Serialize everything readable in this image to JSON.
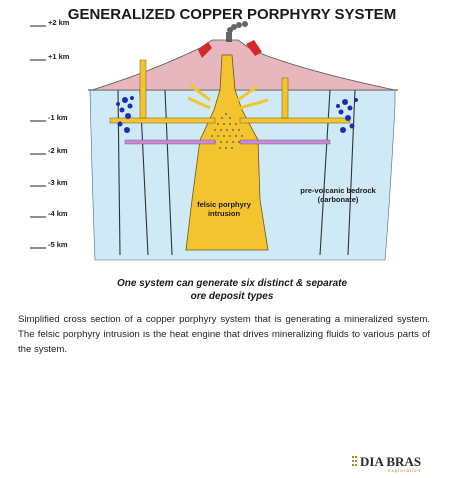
{
  "diagram": {
    "title": "GENERALIZED COPPER PORPHYRY SYSTEM",
    "depth_ticks": [
      "+2 km",
      "+1 km",
      "-1 km",
      "-2 km",
      "-3 km",
      "-4 km",
      "-5 km"
    ],
    "labels": {
      "intrusion": [
        "felsic porphyry",
        "intrusion"
      ],
      "bedrock": [
        "pre-volcanic bedrock",
        "(carbonate)"
      ]
    },
    "caption": [
      "One system can generate six distinct & separate",
      "ore deposit types"
    ],
    "colors": {
      "volcano": "#e8b7be",
      "bedrock": "#cfe9f6",
      "intrusion": "#f4c430",
      "ore": "#1a2fb8",
      "skarn": "#c98bd6",
      "vent": "#d62828"
    }
  },
  "description": "Simplified cross section of a copper porphyry system that is generating a mineralized system.  The felsic porphyry intrusion is the heat engine that drives mineralizing fluids to various parts of the system.",
  "logo": {
    "name": "DIA BRAS",
    "sub": "exploration"
  }
}
